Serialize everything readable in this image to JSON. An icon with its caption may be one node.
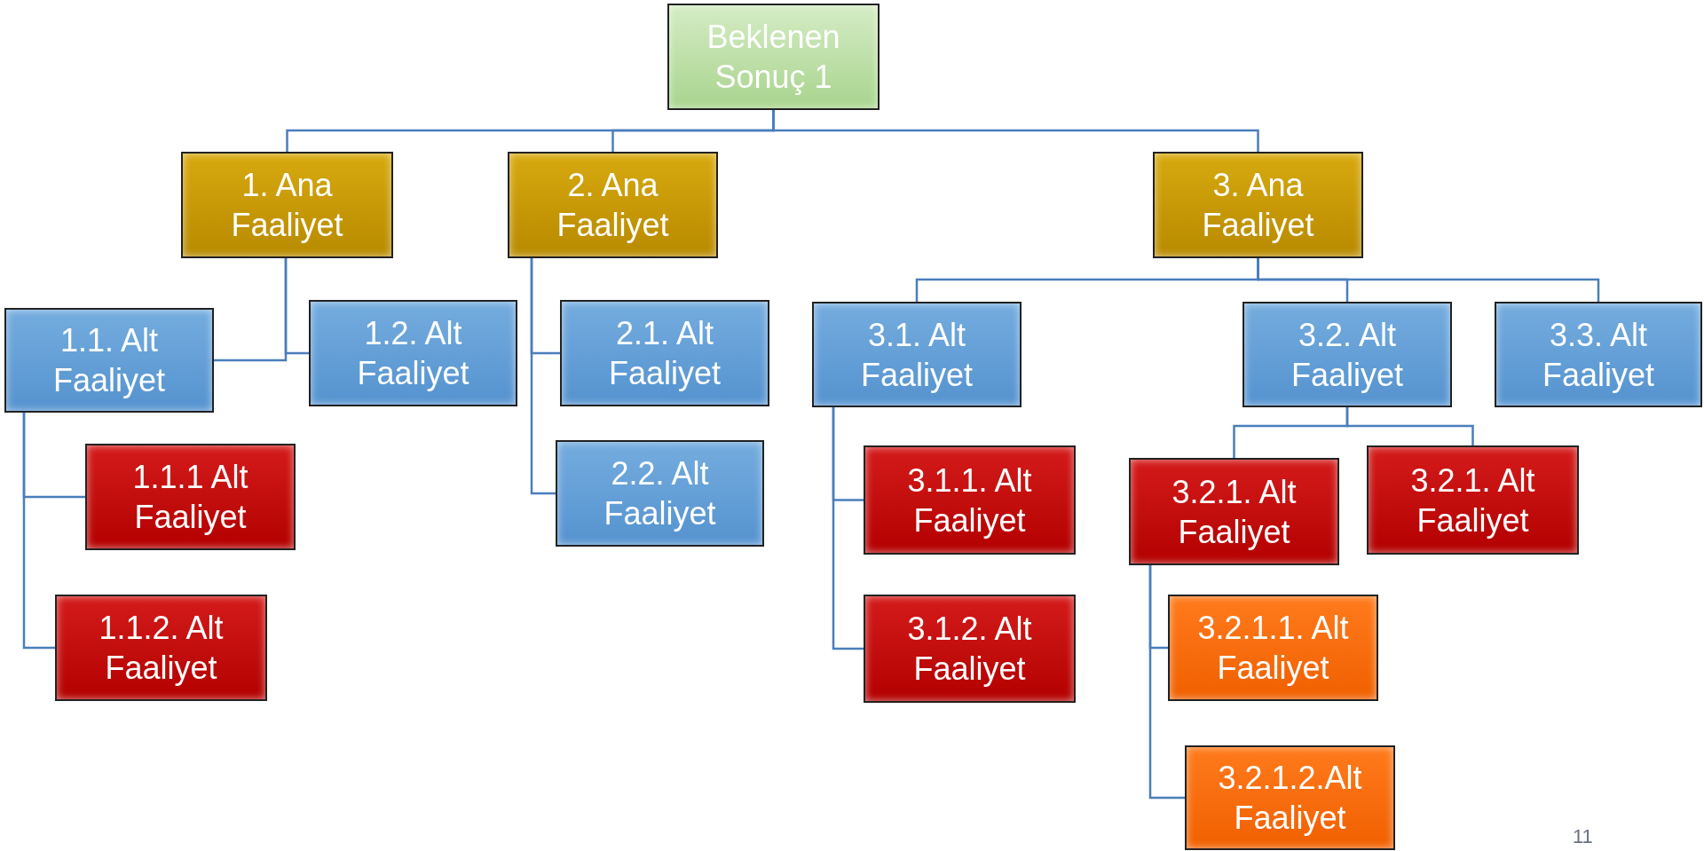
{
  "diagram": {
    "nodes": [
      {
        "text": [
          "Beklenen Sonuç 1"
        ]
      },
      {
        "text": [
          "1. Ana Faaliyet"
        ]
      },
      {
        "text": [
          "2. Ana Faaliyet"
        ]
      },
      {
        "text": [
          "3. Ana Faaliyet"
        ]
      },
      {
        "text": [
          "1.1. Alt Faaliyet"
        ]
      },
      {
        "text": [
          "1.2. Alt Faaliyet"
        ]
      },
      {
        "text": [
          "2.1. Alt Faaliyet"
        ]
      },
      {
        "text": [
          "2.2. Alt Faaliyet"
        ]
      },
      {
        "text": [
          "3.1. Alt Faaliyet"
        ]
      },
      {
        "text": [
          "3.2. Alt Faaliyet"
        ]
      },
      {
        "text": [
          "3.3. Alt Faaliyet"
        ]
      },
      {
        "text": [
          "1.1.1 Alt Faaliyet"
        ]
      },
      {
        "text": [
          "1.1.2. Alt Faaliyet"
        ]
      },
      {
        "text": [
          "3.1.1. Alt Faaliyet"
        ]
      },
      {
        "text": [
          "3.1.2. Alt Faaliyet"
        ]
      },
      {
        "text": [
          "3.2.1. Alt Faaliyet"
        ]
      },
      {
        "text": [
          "3.2.1. Alt Faaliyet"
        ]
      },
      {
        "text": [
          "3.2.1.1. Alt Faaliyet"
        ]
      },
      {
        "text": [
          "3.2.1.2.Alt Faaliyet"
        ]
      }
    ],
    "edges": [
      {
        "from": 0,
        "to": 1,
        "arrow": "none"
      },
      {
        "from": 0,
        "to": 2,
        "arrow": "none"
      },
      {
        "from": 0,
        "to": 3,
        "arrow": "none"
      },
      {
        "from": 1,
        "to": 4,
        "arrow": "none"
      },
      {
        "from": 1,
        "to": 5,
        "arrow": "none"
      },
      {
        "from": 2,
        "to": 6,
        "arrow": "none"
      },
      {
        "from": 2,
        "to": 7,
        "arrow": "none"
      },
      {
        "from": 3,
        "to": 8,
        "arrow": "none"
      },
      {
        "from": 3,
        "to": 9,
        "arrow": "none"
      },
      {
        "from": 3,
        "to": 10,
        "arrow": "none"
      },
      {
        "from": 4,
        "to": 11,
        "arrow": "none"
      },
      {
        "from": 4,
        "to": 12,
        "arrow": "none"
      },
      {
        "from": 8,
        "to": 13,
        "arrow": "none"
      },
      {
        "from": 8,
        "to": 14,
        "arrow": "none"
      },
      {
        "from": 9,
        "to": 15,
        "arrow": "none"
      },
      {
        "from": 9,
        "to": 16,
        "arrow": "none"
      },
      {
        "from": 15,
        "to": 17,
        "arrow": "none"
      },
      {
        "from": 15,
        "to": 18,
        "arrow": "none"
      }
    ],
    "labels": [
      "11"
    ]
  }
}
